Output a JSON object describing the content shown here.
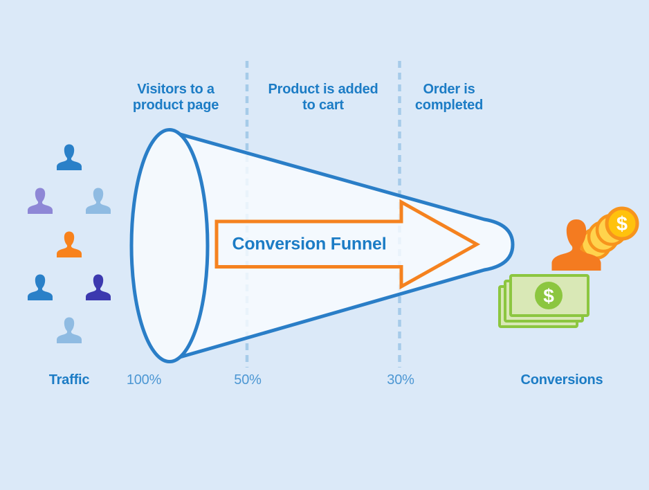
{
  "title": "Conversion Funnel",
  "colors": {
    "background": "#dbe9f8",
    "funnel_outline": "#2a7ec7",
    "funnel_fill": "#f4f9fd",
    "divider": "#a6cbe9",
    "arrow_orange": "#f5821f",
    "heading_blue": "#1c7cc5",
    "percent_blue": "#4d97d3",
    "coin_orange": "#f7941d",
    "coin_gold": "#ffc20d",
    "bill_green_fill": "#d9e8b6",
    "bill_green_stroke": "#8cc640",
    "conversion_person_orange": "#f47b20"
  },
  "stages": [
    {
      "label_line1": "Visitors to a",
      "label_line2": "product page",
      "percent": "100%"
    },
    {
      "label_line1": "Product is added",
      "label_line2": "to cart",
      "percent": "50%"
    },
    {
      "label_line1": "Order is",
      "label_line2": "completed",
      "percent": "30%"
    }
  ],
  "traffic_group": {
    "label": "Traffic",
    "people_colors": [
      "#2a80c8",
      "#8e87d6",
      "#8fbbe2",
      "#f8821c",
      "#2a80c8",
      "#3c39af",
      "#8fbbe2"
    ]
  },
  "conversions_group": {
    "label": "Conversions",
    "person_color": "#f47b20",
    "dollar_glyph": "$"
  }
}
